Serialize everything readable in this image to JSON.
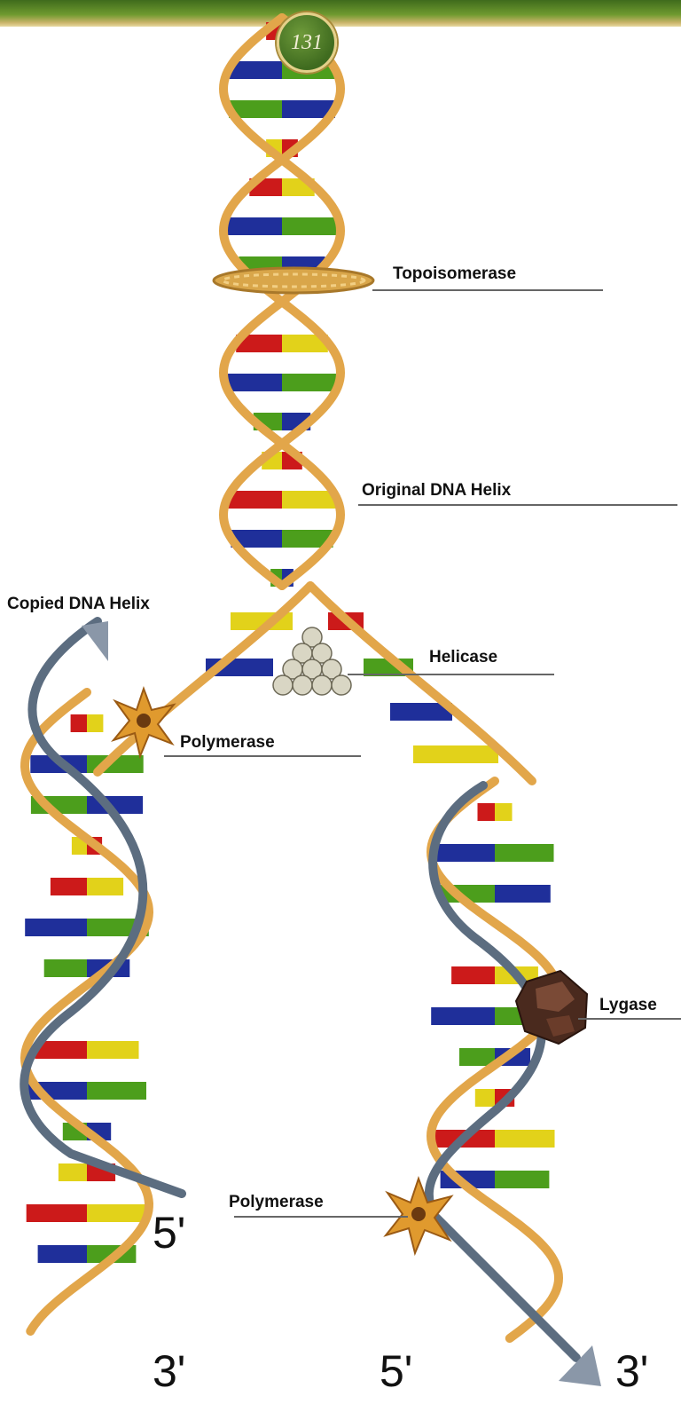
{
  "page_number": "131",
  "labels": {
    "topoisomerase": "Topoisomerase",
    "original_helix": "Original DNA Helix",
    "copied_helix": "Copied DNA Helix",
    "helicase": "Helicase",
    "polymerase_upper": "Polymerase",
    "lygase": "Lygase",
    "polymerase_lower": "Polymerase"
  },
  "strand_ends": {
    "left_5": "5'",
    "left_3": "3'",
    "right_5": "5'",
    "right_3": "3'"
  },
  "colors": {
    "strand_gold": "#e2a64a",
    "strand_gray": "#5c6d80",
    "base_red": "#cc1a1a",
    "base_blue": "#1f2f9a",
    "base_green": "#4c9e1c",
    "base_yellow": "#e2d21a"
  }
}
